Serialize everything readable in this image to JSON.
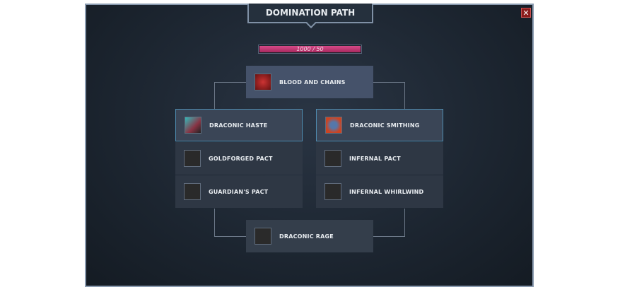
{
  "title": "DOMINATION PATH",
  "close_icon": "close-icon",
  "progress": {
    "text": "1000 / 50",
    "fraction": 1.0
  },
  "nodes": {
    "top": {
      "label": "BLOOD AND CHAINS",
      "icon": "blood-chains-icon",
      "state": "active"
    },
    "left": [
      {
        "label": "DRACONIC HASTE",
        "icon": "draconic-haste-icon",
        "state": "selected"
      },
      {
        "label": "GOLDFORGED PACT",
        "icon": "goldforged-pact-icon",
        "state": "locked"
      },
      {
        "label": "GUARDIAN'S PACT",
        "icon": "guardians-pact-icon",
        "state": "locked"
      }
    ],
    "right": [
      {
        "label": "DRACONIC SMITHING",
        "icon": "draconic-smithing-icon",
        "state": "selected"
      },
      {
        "label": "INFERNAL PACT",
        "icon": "infernal-pact-icon",
        "state": "locked"
      },
      {
        "label": "INFERNAL WHIRLWIND",
        "icon": "infernal-whirlwind-icon",
        "state": "locked"
      }
    ],
    "bottom": {
      "label": "DRACONIC RAGE",
      "icon": "draconic-rage-icon",
      "state": "locked"
    }
  }
}
